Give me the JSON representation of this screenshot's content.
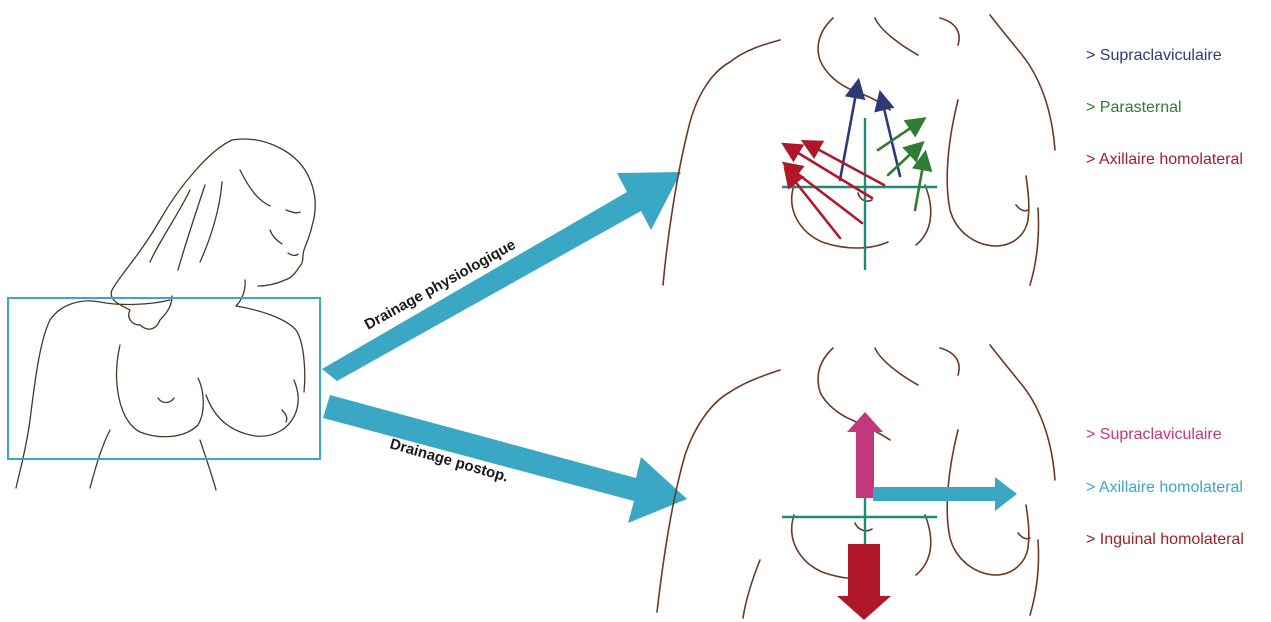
{
  "arrows": {
    "upper_label": "Drainage physiologique",
    "lower_label": "Drainage postop."
  },
  "legend_physiological": [
    {
      "label": "> Supraclaviculaire",
      "color": "#2e3a78"
    },
    {
      "label": "> Parasternal",
      "color": "#2e7d32"
    },
    {
      "label": "> Axillaire homolateral",
      "color": "#a61c2c"
    }
  ],
  "legend_postop": [
    {
      "label": "> Supraclaviculaire",
      "color": "#c2387a"
    },
    {
      "label": "> Axillaire homolateral",
      "color": "#3aa7c5"
    },
    {
      "label": "> Inguinal homolateral",
      "color": "#a61c2c"
    }
  ],
  "colors": {
    "outline": "#6b3a24",
    "main_arrow": "#3aa7c5",
    "crosshair": "#1f8a7a",
    "frame": "#3aa7c5",
    "label_text": "#1a1a1a"
  }
}
